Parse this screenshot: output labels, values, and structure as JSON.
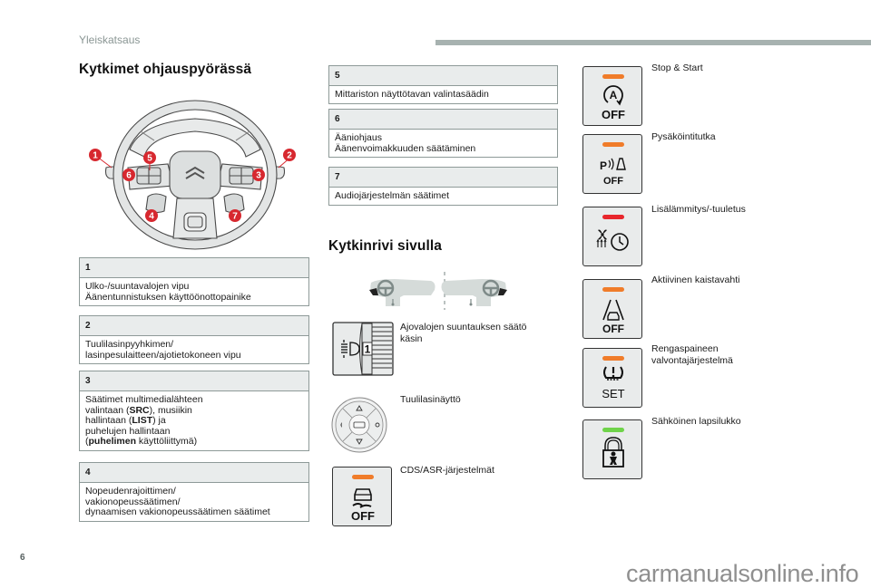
{
  "header": {
    "section_label": "Yleiskatsaus"
  },
  "steering_wheel_section": {
    "title": "Kytkimet ohjauspyörässä",
    "callouts": [
      "1",
      "2",
      "3",
      "4",
      "5",
      "6",
      "7"
    ],
    "callout_color": "#d7282f",
    "items": [
      {
        "number": "1",
        "lines": [
          "Ulko-/suuntavalojen vipu",
          "Äänentunnistuksen käyttöönottopainike"
        ]
      },
      {
        "number": "2",
        "lines": [
          "Tuulilasinpyyhkimen/",
          "lasinpesulaitteen/ajotietokoneen vipu"
        ]
      },
      {
        "number": "3",
        "lines": [
          {
            "parts": [
              {
                "t": "Säätimet multimedialähteen",
                "b": false
              }
            ]
          },
          {
            "parts": [
              {
                "t": "valintaan (",
                "b": false
              },
              {
                "t": "SRC",
                "b": true
              },
              {
                "t": "), musiikin",
                "b": false
              }
            ]
          },
          {
            "parts": [
              {
                "t": "hallintaan (",
                "b": false
              },
              {
                "t": "LIST",
                "b": true
              },
              {
                "t": ") ja",
                "b": false
              }
            ]
          },
          {
            "parts": [
              {
                "t": "puhelujen hallintaan",
                "b": false
              }
            ]
          },
          {
            "parts": [
              {
                "t": "(",
                "b": false
              },
              {
                "t": "puhelimen",
                "b": true
              },
              {
                "t": " käyttöliittymä)",
                "b": false
              }
            ]
          }
        ]
      },
      {
        "number": "4",
        "lines": [
          "Nopeudenrajoittimen/",
          "vakionopeussäätimen/",
          "dynaamisen vakionopeussäätimen säätimet"
        ]
      },
      {
        "number": "5",
        "lines": [
          "Mittariston näyttötavan valintasäädin"
        ]
      },
      {
        "number": "6",
        "lines": [
          "Ääniohjaus",
          "Äänenvoimakkuuden säätäminen"
        ]
      },
      {
        "number": "7",
        "lines": [
          "Audiojärjestelmän säätimet"
        ]
      }
    ]
  },
  "side_switches_section": {
    "title": "Kytkinrivi sivulla",
    "items": [
      {
        "icon": "headlamp-adjust-wheel-icon",
        "lines": [
          "Ajovalojen suuntauksen säätö",
          "käsin"
        ],
        "wheel_value": "1"
      },
      {
        "icon": "head-up-display-control-icon",
        "lines": [
          "Tuulilasinäyttö"
        ]
      },
      {
        "icon": "dsc-asr-off-icon",
        "lines": [
          "CDS/ASR-järjestelmät"
        ],
        "led_color": "#f07c2a",
        "button_text": "OFF"
      }
    ]
  },
  "right_buttons": [
    {
      "icon": "stop-start-off-icon",
      "lines": [
        "Stop & Start"
      ],
      "led_color": "#f07c2a",
      "button_text": "OFF"
    },
    {
      "icon": "parking-sensors-off-icon",
      "lines": [
        "Pysäköintitutka"
      ],
      "led_color": "#f07c2a",
      "button_text": "OFF"
    },
    {
      "icon": "auxiliary-heating-timer-icon",
      "lines": [
        "Lisälämmitys/-tuuletus"
      ],
      "led_color": "#e8262c"
    },
    {
      "icon": "lane-keeping-off-icon",
      "lines": [
        "Aktiivinen kaistavahti"
      ],
      "led_color": "#f07c2a",
      "button_text": "OFF"
    },
    {
      "icon": "tyre-pressure-set-icon",
      "lines": [
        "Rengaspaineen",
        "valvontajärjestelmä"
      ],
      "led_color": "#f07c2a",
      "button_text": "SET"
    },
    {
      "icon": "child-lock-icon",
      "lines": [
        "Sähköinen lapsilukko"
      ],
      "led_color": "#6fd34a"
    }
  ],
  "footer": {
    "page_number": "6",
    "watermark": "carmanualsonline.info"
  }
}
